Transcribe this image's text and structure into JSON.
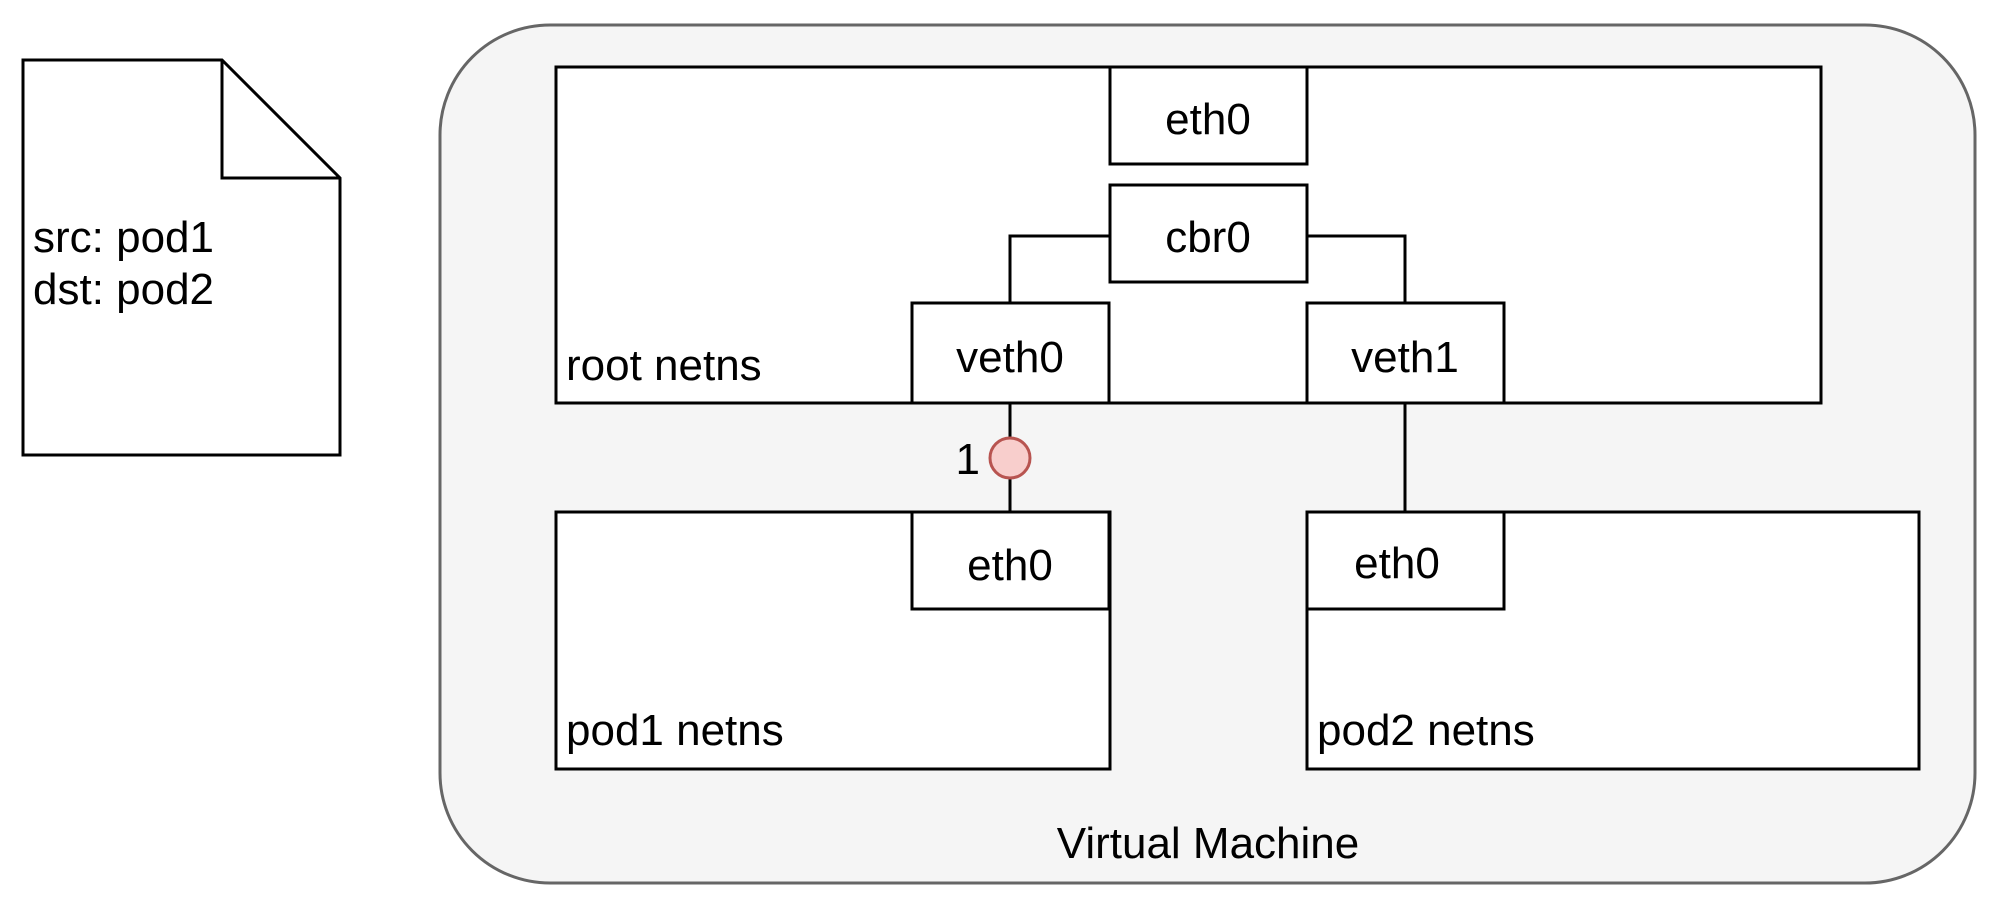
{
  "packet_note": {
    "line1": "src: pod1",
    "line2": "dst: pod2"
  },
  "virtual_machine": {
    "label": "Virtual Machine",
    "fill": "#f5f5f5"
  },
  "root_netns": {
    "label": "root netns",
    "eth0": "eth0",
    "bridge": "cbr0",
    "veth0": "veth0",
    "veth1": "veth1"
  },
  "pod1_netns": {
    "label": "pod1 netns",
    "eth0": "eth0"
  },
  "pod2_netns": {
    "label": "pod2 netns",
    "eth0": "eth0"
  },
  "step_marker": {
    "number": "1",
    "fill": "#f8cecc",
    "stroke": "#b85450"
  }
}
